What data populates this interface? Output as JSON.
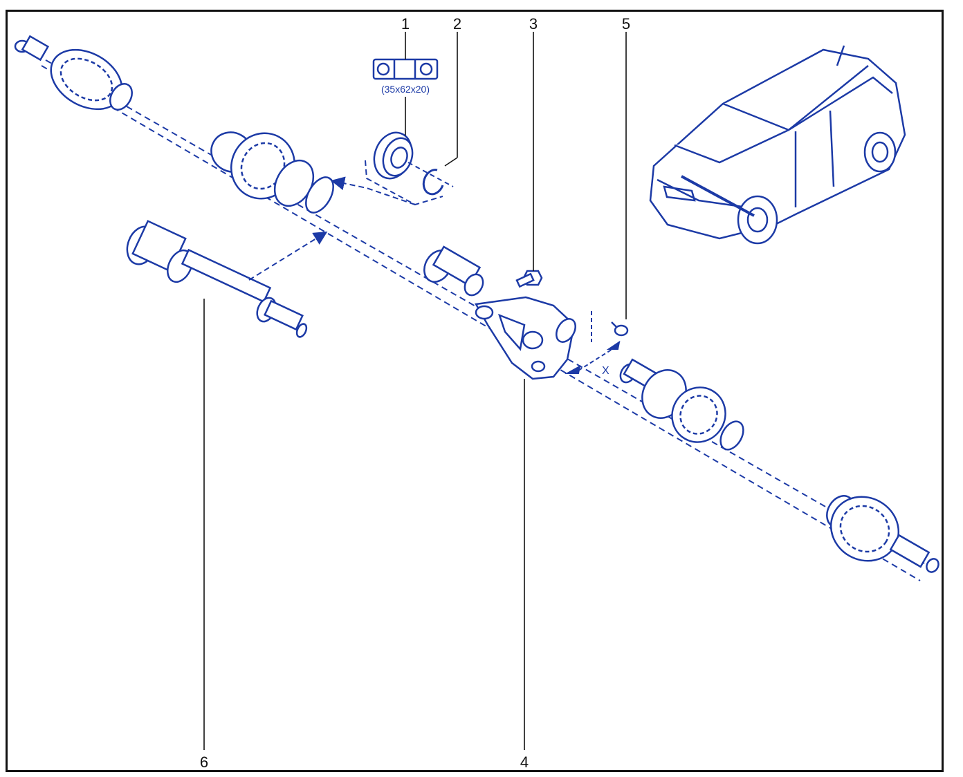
{
  "colors": {
    "ink": "#1c3aa6",
    "leader": "#111111",
    "frame": "#111111",
    "background": "#ffffff"
  },
  "callouts": [
    {
      "id": "1",
      "label": "1"
    },
    {
      "id": "2",
      "label": "2"
    },
    {
      "id": "3",
      "label": "3"
    },
    {
      "id": "4",
      "label": "4"
    },
    {
      "id": "5",
      "label": "5"
    },
    {
      "id": "6",
      "label": "6"
    }
  ],
  "bearing_spec": "(35x62x20)",
  "dimension_label": "X"
}
